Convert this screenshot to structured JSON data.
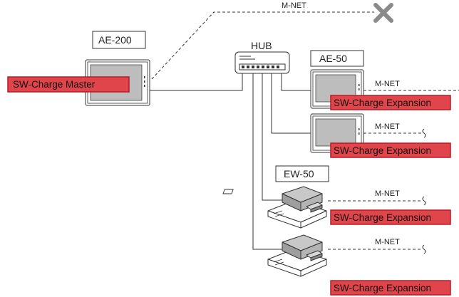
{
  "diagram": {
    "hub_label": "HUB",
    "mnet_label": "M-NET",
    "devices": {
      "ae200": "AE-200",
      "ae50": "AE-50",
      "ew50": "EW-50"
    },
    "badges": {
      "master": "SW-Charge Master",
      "expansion_1": "SW-Charge Expansion",
      "expansion_2": "SW-Charge Expansion",
      "expansion_3": "SW-Charge Expansion",
      "expansion_4": "SW-Charge Expansion"
    },
    "colors": {
      "badge_fill": "#e0454b",
      "badge_border": "#b51d25",
      "line": "#333333",
      "device_screen": "#bdbdbd",
      "x_mark": "#8a8a8a"
    }
  }
}
